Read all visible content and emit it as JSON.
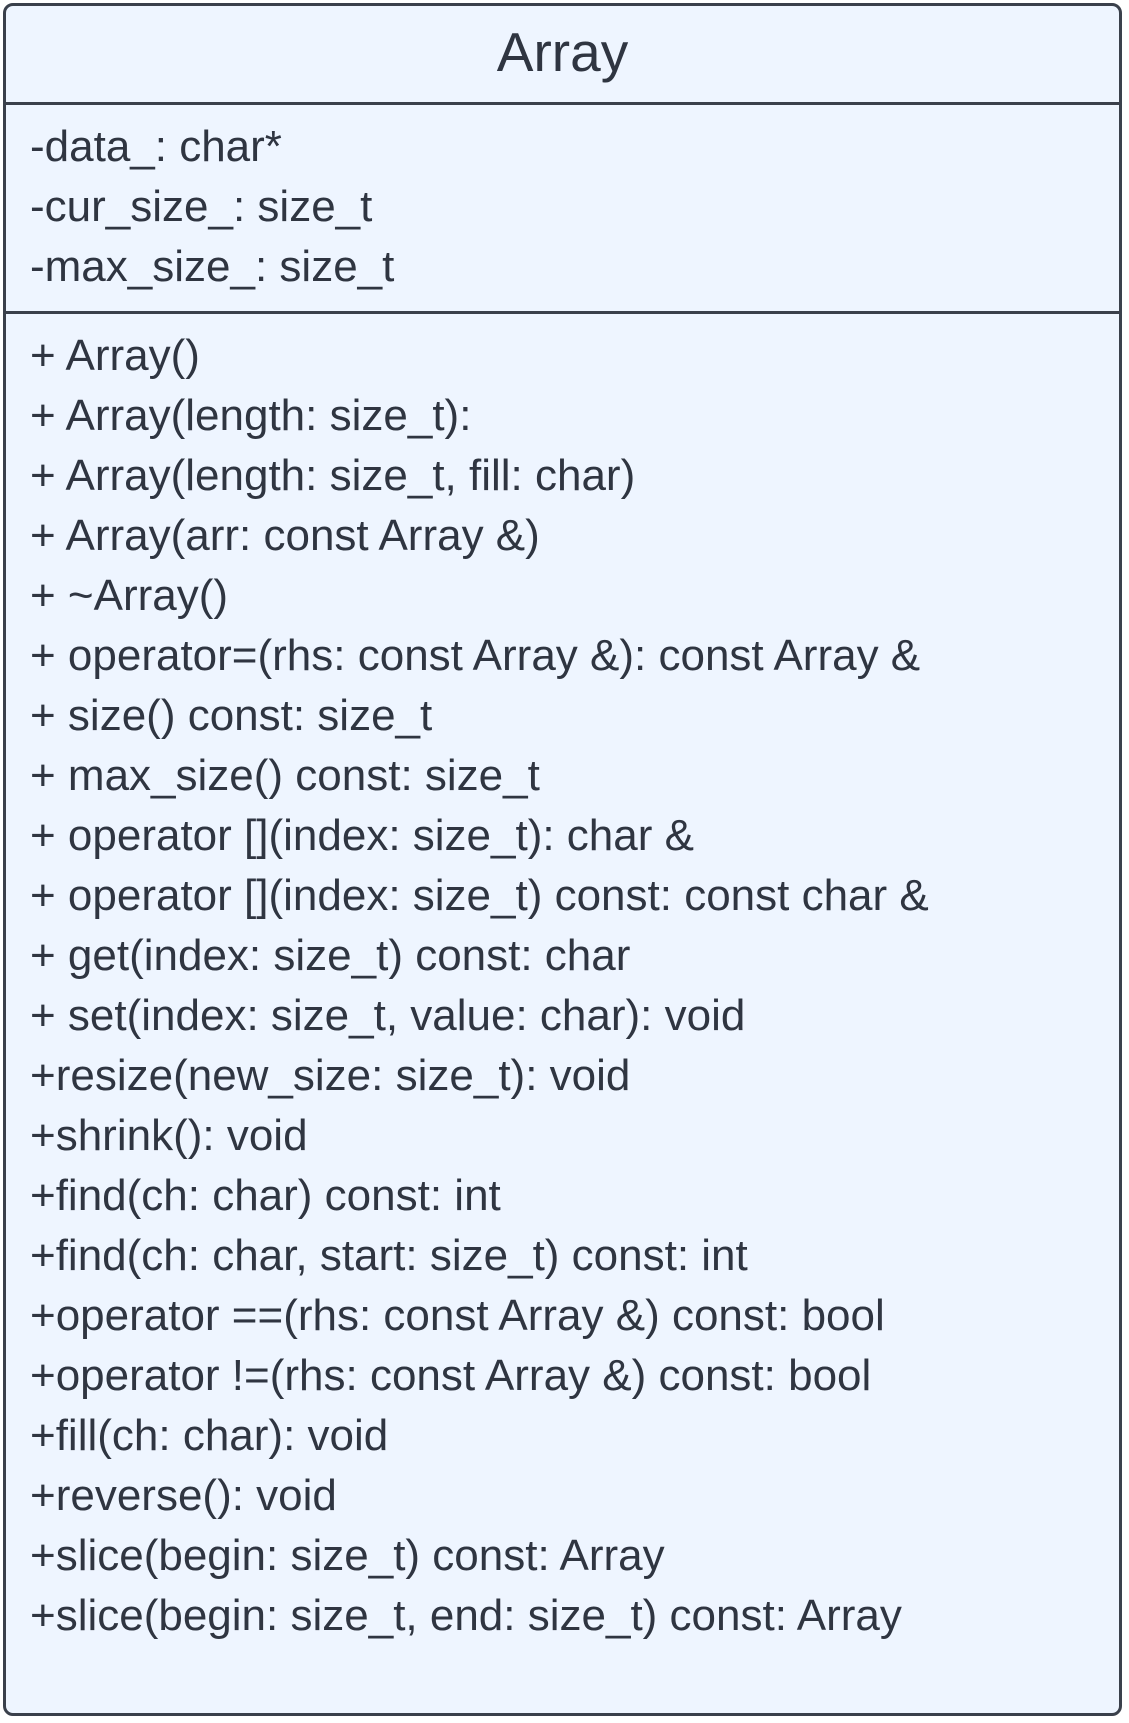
{
  "class": {
    "name": "Array",
    "attributes": [
      "-data_: char*",
      "-cur_size_: size_t",
      "-max_size_: size_t"
    ],
    "methods": [
      "+ Array()",
      "+ Array(length: size_t):",
      "+ Array(length: size_t, fill: char)",
      "+ Array(arr: const Array &)",
      "+ ~Array()",
      "+ operator=(rhs: const Array &): const Array &",
      "+ size() const: size_t",
      "+ max_size() const: size_t",
      "+ operator [](index: size_t): char &",
      "+ operator [](index: size_t) const: const char &",
      "+ get(index: size_t) const: char",
      "+ set(index: size_t, value: char): void",
      "+resize(new_size: size_t): void",
      "+shrink(): void",
      "+find(ch: char) const: int",
      "+find(ch: char, start: size_t) const: int",
      "+operator ==(rhs: const Array &) const: bool",
      "+operator !=(rhs: const Array &) const: bool",
      "+fill(ch: char): void",
      "+reverse(): void",
      "+slice(begin: size_t) const: Array",
      "+slice(begin: size_t, end: size_t) const: Array"
    ]
  },
  "colors": {
    "fill": "#eef5ff",
    "stroke": "#3a404b",
    "text": "#2f3541"
  }
}
